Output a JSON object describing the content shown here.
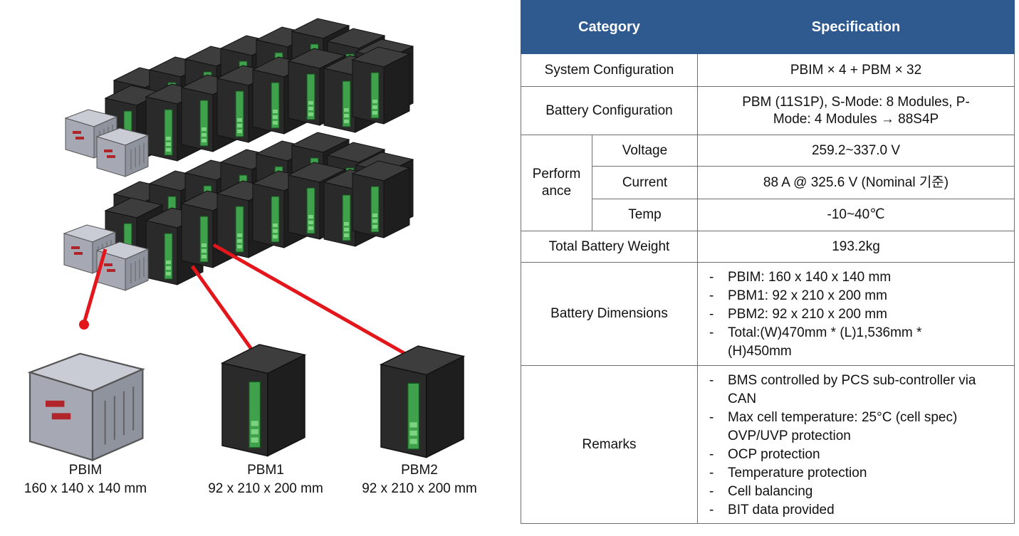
{
  "modules": [
    {
      "name": "PBIM",
      "dims": "160 x 140 x 140 mm"
    },
    {
      "name": "PBM1",
      "dims": "92 x 210 x 200 mm"
    },
    {
      "name": "PBM2",
      "dims": "92 x 210 x 200 mm"
    }
  ],
  "colors": {
    "header_bg": "#2f5a8f",
    "leader_line": "#e3161b",
    "module_body": "#2b2b2b",
    "pbim_body": "#a6a9b4",
    "pcb_green": "#3fa14b"
  },
  "icons": [
    "battery-rack-illustration",
    "pbim-module-icon",
    "pbm1-module-icon",
    "pbm2-module-icon"
  ],
  "table": {
    "headers": [
      "Category",
      "Specification"
    ],
    "system_configuration": {
      "label": "System Configuration",
      "value": "PBIM × 4 + PBM × 32"
    },
    "battery_configuration": {
      "label": "Battery Configuration",
      "value": "PBM (11S1P), S-Mode: 8 Modules, P-Mode: 4 Modules → 88S4P"
    },
    "performance": {
      "label": "Performance",
      "rows": [
        {
          "label": "Voltage",
          "value": "259.2~337.0 V"
        },
        {
          "label": "Current",
          "value": "88 A @ 325.6 V (Nominal 기준)"
        },
        {
          "label": "Temp",
          "value": "-10~40℃"
        }
      ]
    },
    "total_weight": {
      "label": "Total Battery Weight",
      "value": "193.2kg"
    },
    "dimensions": {
      "label": "Battery Dimensions",
      "items": [
        "PBIM: 160 x 140 x 140 mm",
        "PBM1: 92 x 210 x 200 mm",
        "PBM2: 92 x 210 x 200 mm",
        "Total:(W)470mm * (L)1,536mm * (H)450mm"
      ]
    },
    "remarks": {
      "label": "Remarks",
      "items": [
        "BMS controlled by PCS sub-controller via CAN",
        "Max cell temperature: 25°C (cell spec) OVP/UVP protection",
        "OCP protection",
        "Temperature protection",
        "Cell balancing",
        "BIT data provided"
      ]
    }
  }
}
